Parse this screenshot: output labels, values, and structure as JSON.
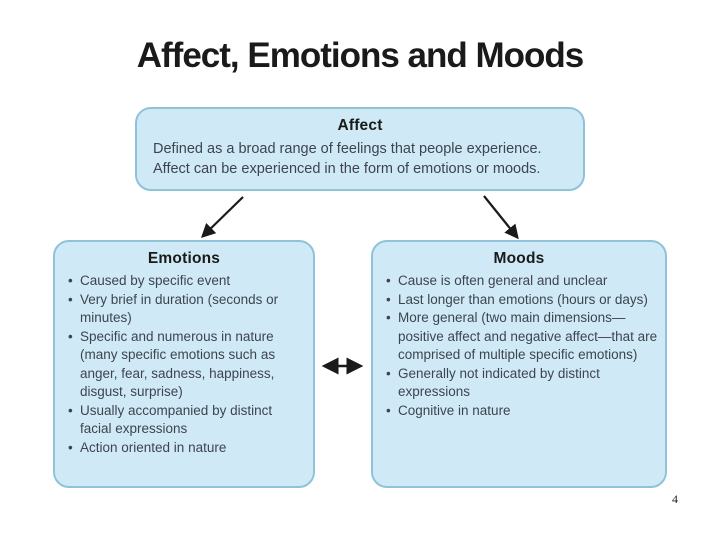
{
  "slide": {
    "title": "Affect, Emotions and Moods",
    "page_number": "4"
  },
  "affect_box": {
    "title": "Affect",
    "body_line1": "Defined as a broad range of feelings that people experience.",
    "body_line2": "Affect can be experienced in the form of emotions or moods."
  },
  "emotions_box": {
    "title": "Emotions",
    "bullets": [
      "Caused by specific event",
      "Very brief in duration (seconds or minutes)",
      "Specific and numerous in nature (many specific emotions such as anger, fear, sadness, happiness, disgust, surprise)",
      "Usually accompanied by distinct facial expressions",
      "Action oriented in nature"
    ]
  },
  "moods_box": {
    "title": "Moods",
    "bullets": [
      "Cause is often general and unclear",
      "Last longer than emotions (hours or days)",
      "More general (two main dimensions—positive affect and negative affect—that are comprised of multiple specific emotions)",
      "Generally not indicated by distinct expressions",
      "Cognitive in nature"
    ]
  },
  "colors": {
    "box_fill": "#cfeaf6",
    "box_border": "#90c2d8",
    "title_text": "#1a1a1a",
    "body_text": "#3d4450",
    "arrow": "#1a1a1a"
  }
}
